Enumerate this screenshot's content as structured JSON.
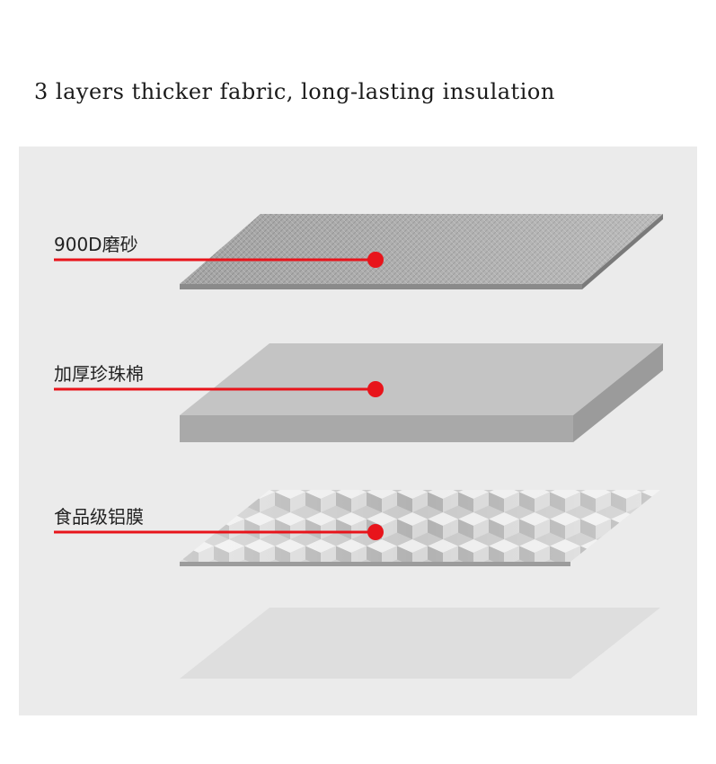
{
  "headline": "3 layers thicker fabric, long-lasting insulation",
  "layers": [
    {
      "label": "900D磨砂"
    },
    {
      "label": "加厚珍珠棉"
    },
    {
      "label": "食品级铝膜"
    }
  ],
  "colors": {
    "accent": "#e8141b",
    "panel": "#ebebeb"
  }
}
